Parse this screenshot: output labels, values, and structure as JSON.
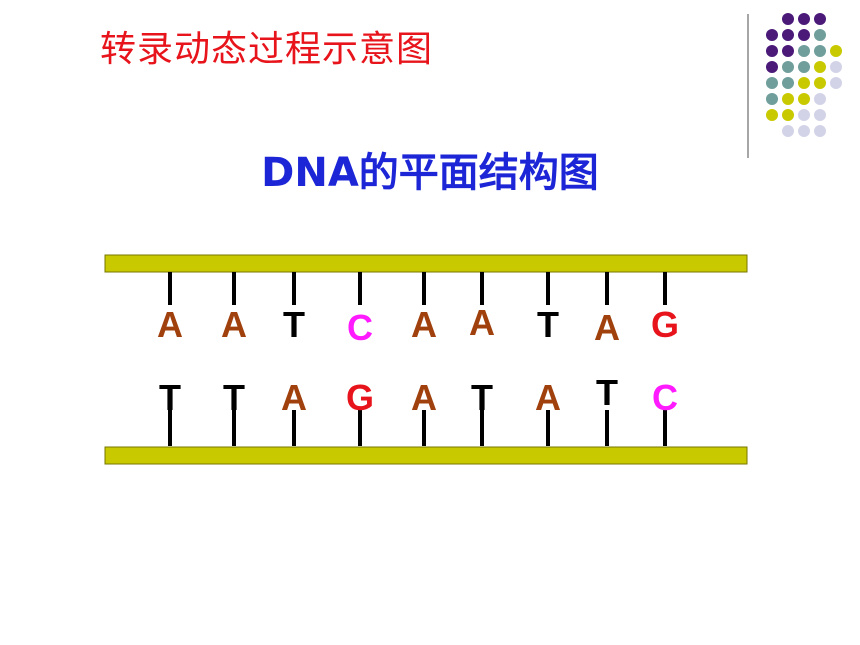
{
  "header": {
    "slide_title": "转录动态过程示意图"
  },
  "diagram": {
    "title": "DNA的平面结构图",
    "strand_color": "#c9c900",
    "tick_color": "#000000",
    "top_strand": [
      {
        "base": "A",
        "color": "#a0400c"
      },
      {
        "base": "A",
        "color": "#a0400c"
      },
      {
        "base": "T",
        "color": "#000000"
      },
      {
        "base": "C",
        "color": "#ff1aff"
      },
      {
        "base": "A",
        "color": "#a0400c"
      },
      {
        "base": "A",
        "color": "#a0400c"
      },
      {
        "base": "T",
        "color": "#000000"
      },
      {
        "base": "A",
        "color": "#a0400c"
      },
      {
        "base": "G",
        "color": "#e8141b"
      }
    ],
    "bottom_strand": [
      {
        "base": "T",
        "color": "#000000"
      },
      {
        "base": "T",
        "color": "#000000"
      },
      {
        "base": "A",
        "color": "#a0400c"
      },
      {
        "base": "G",
        "color": "#e8141b"
      },
      {
        "base": "A",
        "color": "#a0400c"
      },
      {
        "base": "T",
        "color": "#000000"
      },
      {
        "base": "A",
        "color": "#a0400c"
      },
      {
        "base": "T",
        "color": "#000000"
      },
      {
        "base": "C",
        "color": "#ff1aff"
      }
    ]
  },
  "decoration": {
    "dot_colors": {
      "purple": "#4b1a78",
      "teal": "#6f9e9b",
      "olive": "#c9c900",
      "lavender": "#d3d3e8"
    }
  }
}
